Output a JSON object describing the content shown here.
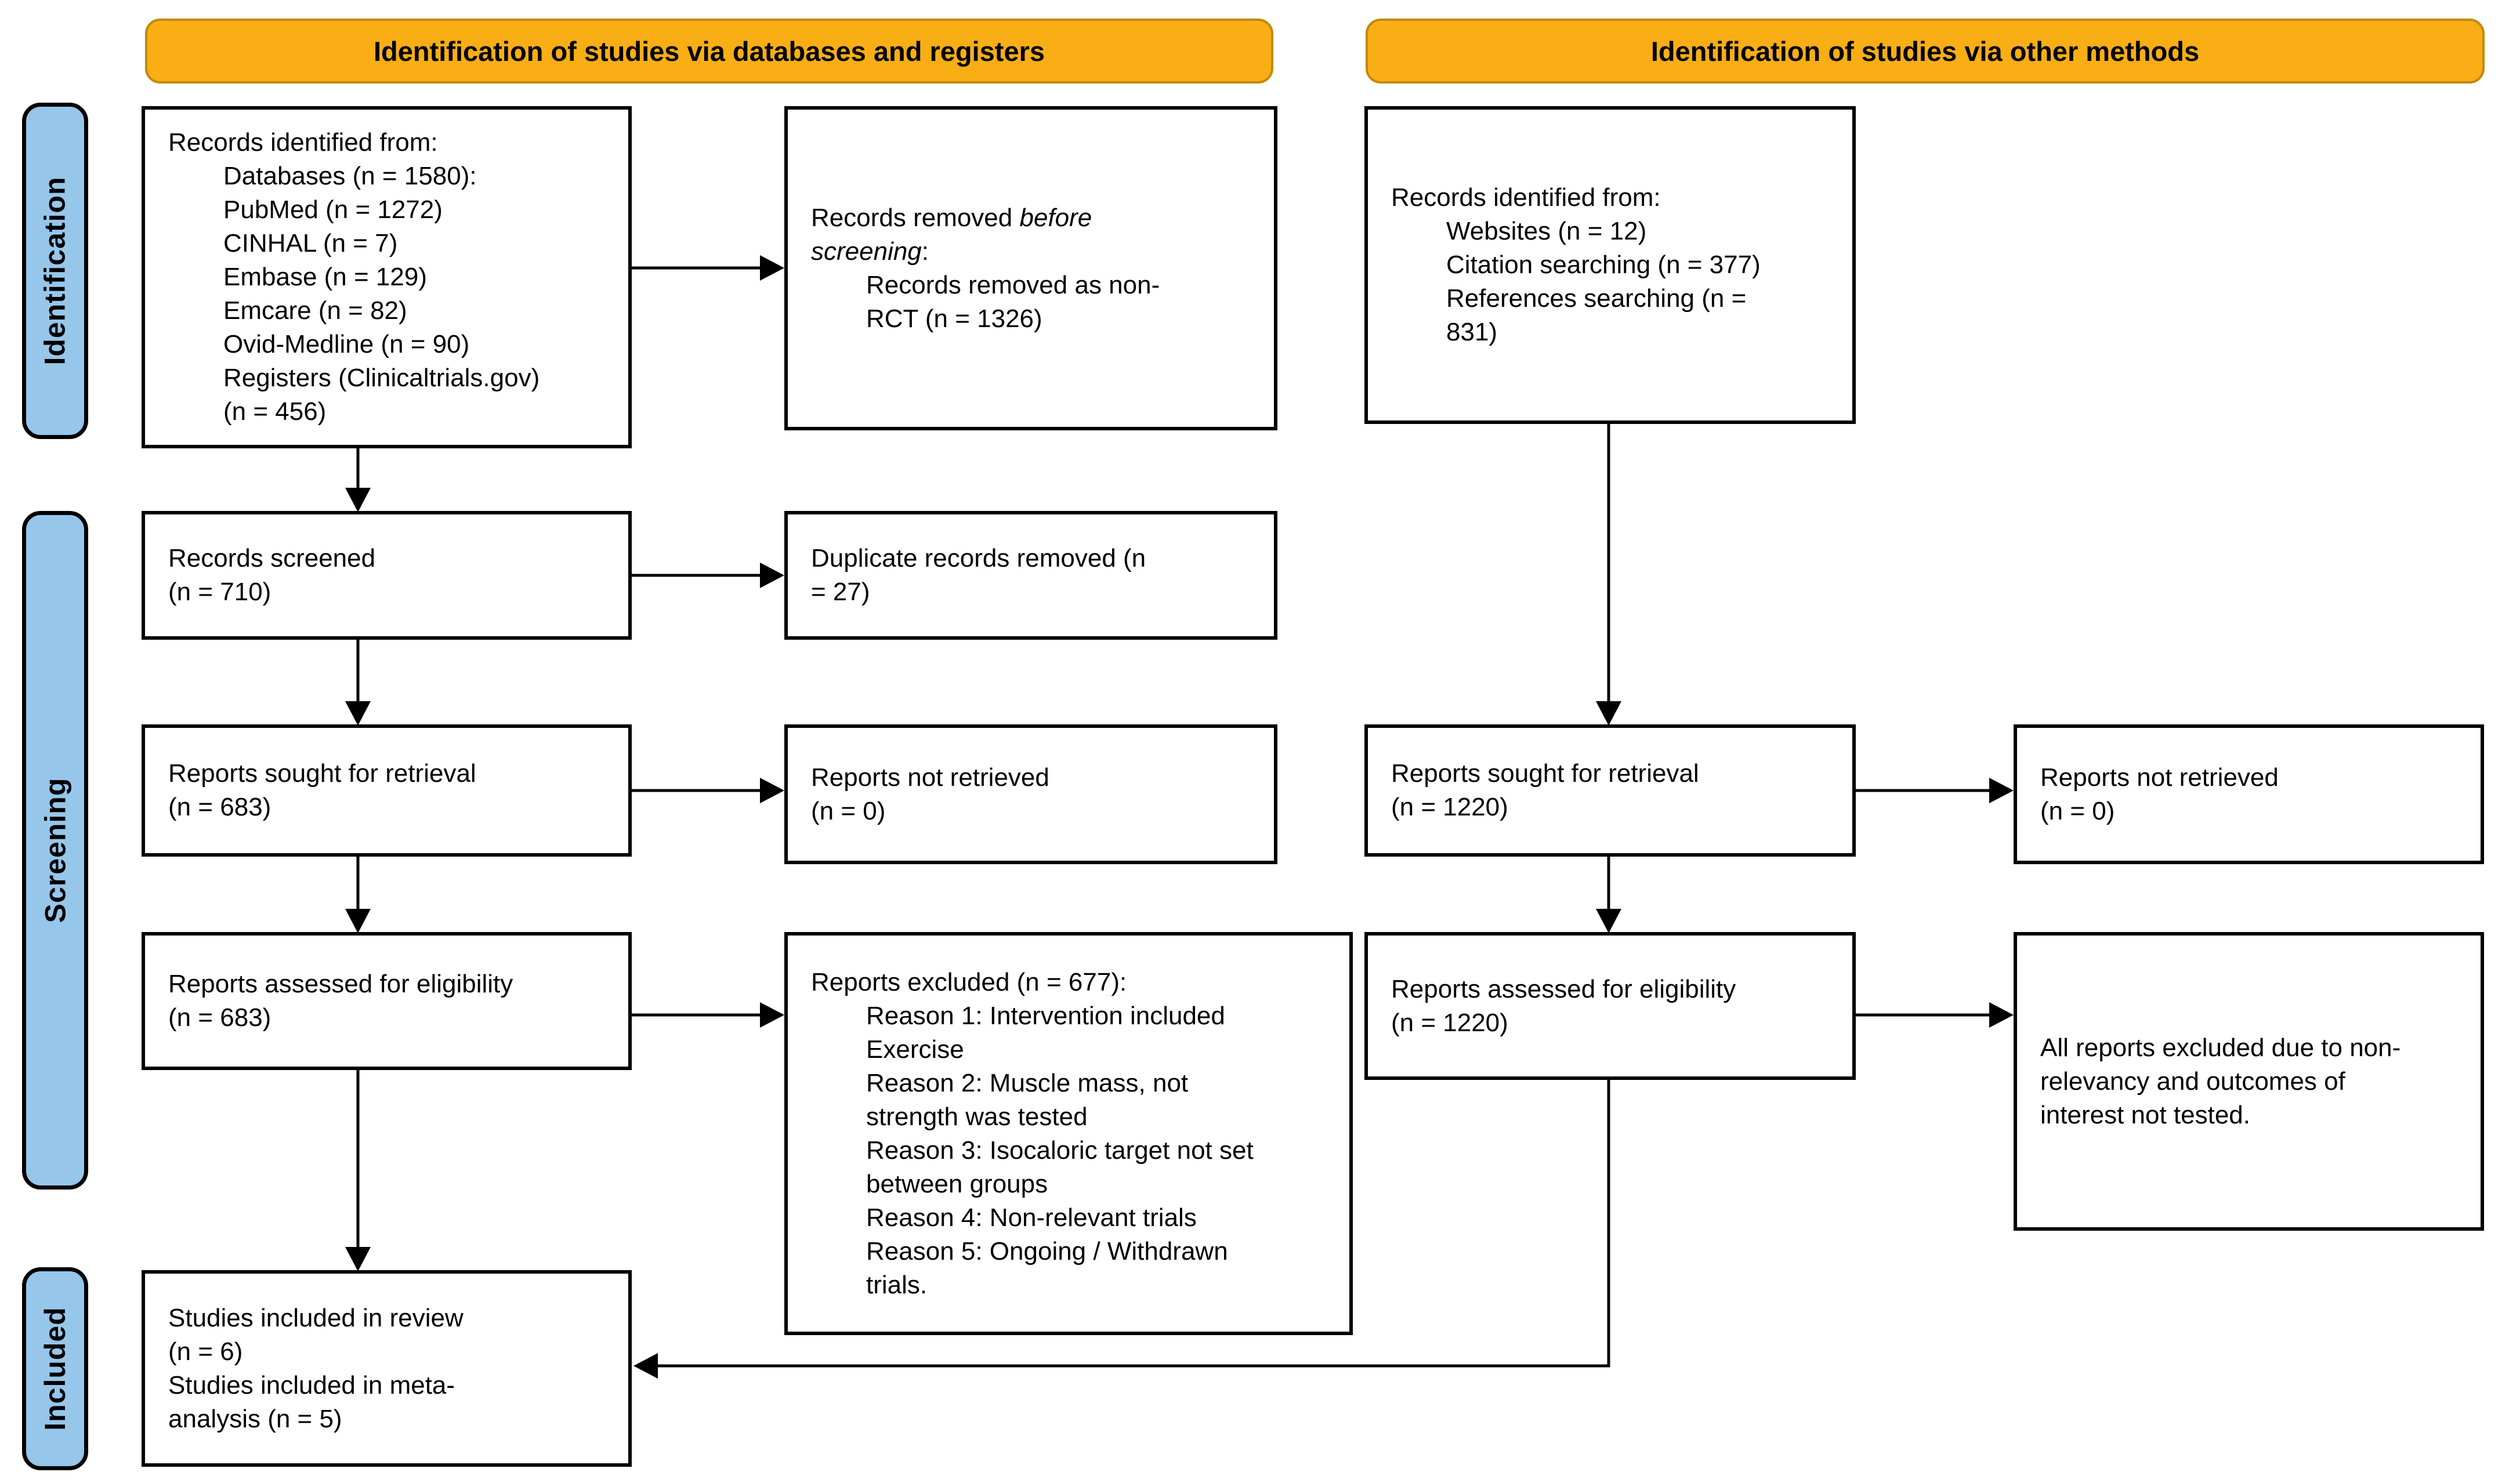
{
  "banners": {
    "left": "Identification of studies via databases and registers",
    "right": "Identification of studies via other methods"
  },
  "side_labels": {
    "identification": "Identification",
    "screening": "Screening",
    "included": "Included"
  },
  "colors": {
    "banner_fill": "#F8AE14",
    "banner_border": "#C4880A",
    "stage_fill": "#96C6EA",
    "box_bg": "#FFFFFF",
    "box_border": "#000000",
    "arrow": "#000000"
  },
  "boxes": {
    "records_identified_databases": {
      "lines": [
        "Records identified from:",
        "Databases (n = 1580):",
        "PubMed (n = 1272)",
        "CINHAL (n = 7)",
        "Embase (n = 129)",
        "Emcare (n = 82)",
        "Ovid-Medline (n = 90)",
        "Registers (Clinicaltrials.gov)",
        "(n = 456)"
      ]
    },
    "records_removed_before_screening": {
      "line1_normal": "Records removed ",
      "line1_italic": "before",
      "line2_italic": "screening",
      "line2_normal": ":",
      "lines": [
        "Records removed as non-",
        "RCT (n = 1326)"
      ]
    },
    "records_identified_other": {
      "lines": [
        "Records identified from:",
        "Websites (n = 12)",
        "Citation searching (n = 377)",
        "References searching (n =",
        "831)"
      ]
    },
    "records_screened": {
      "lines": [
        "Records screened",
        "(n = 710)"
      ]
    },
    "duplicates_removed": {
      "lines": [
        "Duplicate records removed (n",
        "= 27)"
      ]
    },
    "reports_sought_db": {
      "lines": [
        "Reports sought for retrieval",
        "(n = 683)"
      ]
    },
    "reports_not_retrieved_db": {
      "lines": [
        "Reports not retrieved",
        "(n = 0)"
      ]
    },
    "reports_sought_other": {
      "lines": [
        "Reports sought for retrieval",
        "(n = 1220)"
      ]
    },
    "reports_not_retrieved_other": {
      "lines": [
        "Reports not retrieved",
        "(n = 0)"
      ]
    },
    "reports_assessed_db": {
      "lines": [
        "Reports assessed for eligibility",
        "(n = 683)"
      ]
    },
    "reports_excluded": {
      "title": "Reports excluded (n = 677):",
      "reasons": [
        "Reason 1: Intervention included",
        "Exercise",
        "Reason 2: Muscle mass, not",
        "strength was tested",
        "Reason 3: Isocaloric target not set",
        "between groups",
        "Reason 4: Non-relevant trials",
        "Reason 5: Ongoing / Withdrawn",
        "trials."
      ]
    },
    "reports_assessed_other": {
      "lines": [
        "Reports assessed for eligibility",
        "(n = 1220)"
      ]
    },
    "all_reports_excluded": {
      "lines": [
        "All reports excluded due to non-",
        "relevancy and outcomes of",
        "interest not tested."
      ]
    },
    "studies_included": {
      "lines": [
        "Studies included in review",
        "(n = 6)",
        "Studies included in meta-",
        "analysis (n = 5)"
      ]
    }
  }
}
